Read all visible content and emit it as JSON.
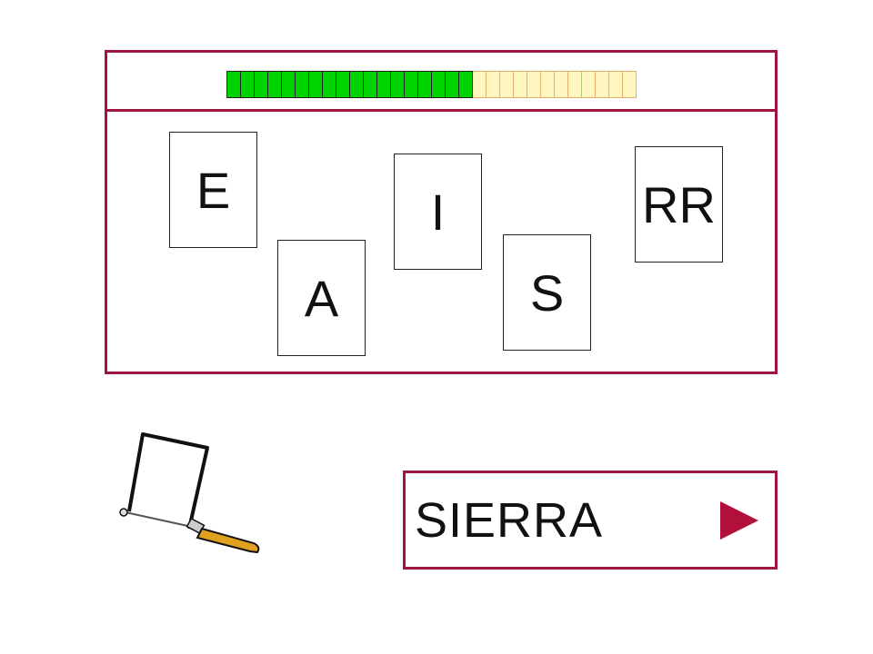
{
  "progress": {
    "total_segments": 30,
    "completed_segments": 18,
    "colors": {
      "done": "#00d400",
      "todo": "#fff6c0"
    }
  },
  "letters": [
    {
      "id": "card-e",
      "text": "E"
    },
    {
      "id": "card-a",
      "text": "A"
    },
    {
      "id": "card-i",
      "text": "I"
    },
    {
      "id": "card-s",
      "text": "S"
    },
    {
      "id": "card-rr",
      "text": "RR"
    }
  ],
  "answer": {
    "word": "SIERRA",
    "next_icon": "play-arrow-icon"
  },
  "image": {
    "icon": "fretsaw-icon"
  },
  "colors": {
    "accent": "#a0153e",
    "handle": "#e0a020"
  }
}
